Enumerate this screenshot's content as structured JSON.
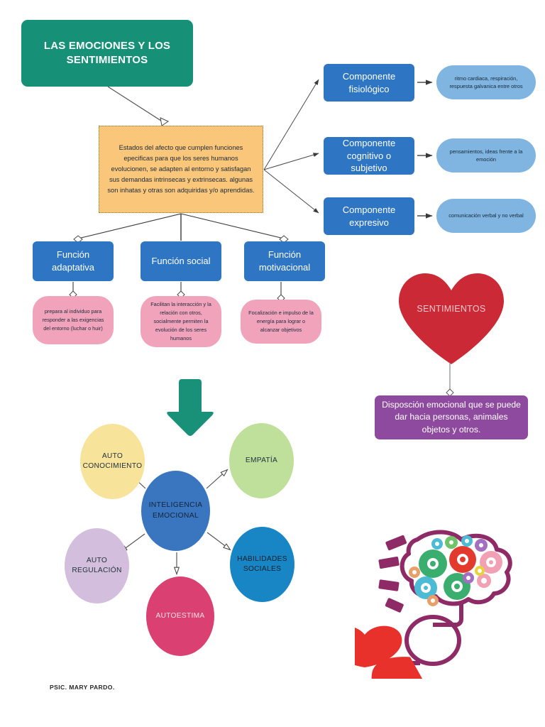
{
  "title": {
    "text": "LAS EMOCIONES Y LOS SENTIMIENTOS"
  },
  "definition": {
    "text": "Estados del afecto que cumplen funciones epecificas para que los seres humanos evolucionen, se adapten al entorno y satisfagan sus demandas intrinsecas y extrinsecas. algunas son inhatas y otras son adquiridas y/o aprendidas."
  },
  "components": [
    {
      "label": "Componente fisiológico",
      "detail": "ritmo cardiaca, respiración, respuesta galvanica entre otros"
    },
    {
      "label": "Componente cognitivo o subjetivo",
      "detail": "pensamientos, ideas frente a la emoción"
    },
    {
      "label": "Componente expresivo",
      "detail": "comunicación verbal y no verbal"
    }
  ],
  "functions": [
    {
      "label": "Función adaptativa",
      "detail": "prepara al individuo para responder a las exigencias del entorno (luchar o huir)"
    },
    {
      "label": "Función social",
      "detail": "Facilitan la interacción y la relación con otros, socialmente permiten la evolución de los seres humanos"
    },
    {
      "label": "Función motivacional",
      "detail": "Focalización e impulso de la energía para lograr o alcanzar objetivos"
    }
  ],
  "sentimientos": {
    "heart_label": "SENTIMIENTOS",
    "definition": "Disposción emocional  que se puede dar hacia personas, animales objetos y otros."
  },
  "emotional_intelligence": {
    "center": "INTELIGENCIA EMOCIONAL",
    "branches": [
      {
        "label": "AUTO CONOCIMIENTO"
      },
      {
        "label": "EMPATÍA"
      },
      {
        "label": "AUTO REGULACIÓN"
      },
      {
        "label": "HABILIDADES SOCIALES"
      },
      {
        "label": "AUTOESTIMA"
      }
    ]
  },
  "footer": {
    "credit": "PSIC. MARY PARDO."
  },
  "colors": {
    "title_green": "#169178",
    "definition_orange": "#FAC67A",
    "component_blue": "#2E75C4",
    "detail_light_blue": "#7FB5E0",
    "function_pink": "#F2A3BC",
    "heart_red": "#CC2936",
    "purple": "#8E4A9E",
    "arrow_teal": "#189178"
  }
}
